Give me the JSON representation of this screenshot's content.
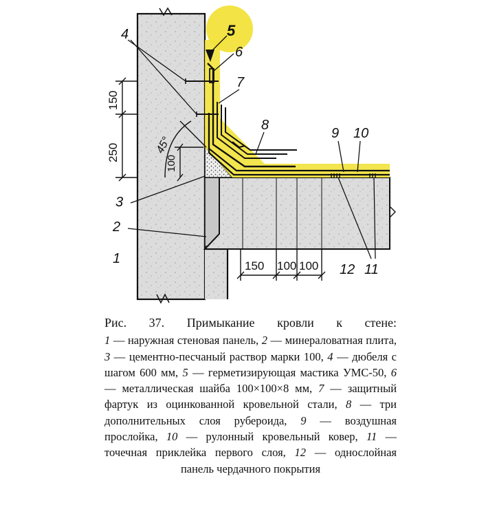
{
  "diagram": {
    "callout_numbers": [
      "1",
      "2",
      "3",
      "4",
      "5",
      "6",
      "7",
      "8",
      "9",
      "10",
      "11",
      "12"
    ],
    "dimensions": {
      "vertical": [
        "150",
        "250",
        "100"
      ],
      "horizontal": [
        "150",
        "100",
        "100"
      ],
      "angle": "45°"
    },
    "colors": {
      "highlight": "#f2e23a",
      "ink": "#111111",
      "concrete": "#dcdcdc",
      "mineral_wool": "#c8c8c8"
    }
  },
  "caption": {
    "title": "Рис. 37. Примыкание кровли к стене:",
    "items": [
      {
        "num": "1",
        "text": "наружная стеновая панель,"
      },
      {
        "num": "2",
        "text": "минераловатная плита,"
      },
      {
        "num": "3",
        "text": "цементно-песчаный раствор марки 100,"
      },
      {
        "num": "4",
        "text": "дюбеля с шагом 600 мм,"
      },
      {
        "num": "5",
        "text": "герметизирующая мастика УМС-50,"
      },
      {
        "num": "6",
        "text": "металлическая шайба 100×100×8 мм,"
      },
      {
        "num": "7",
        "text": "защитный фартук из оцинкованной кровельной стали,"
      },
      {
        "num": "8",
        "text": "три дополнительных слоя рубероида,"
      },
      {
        "num": "9",
        "text": "воздушная прослойка,"
      },
      {
        "num": "10",
        "text": "рулонный кровельный ковер,"
      },
      {
        "num": "11",
        "text": "точечная приклейка первого слоя,"
      },
      {
        "num": "12",
        "text": "однослойная панель чердачного покрытия"
      }
    ]
  }
}
